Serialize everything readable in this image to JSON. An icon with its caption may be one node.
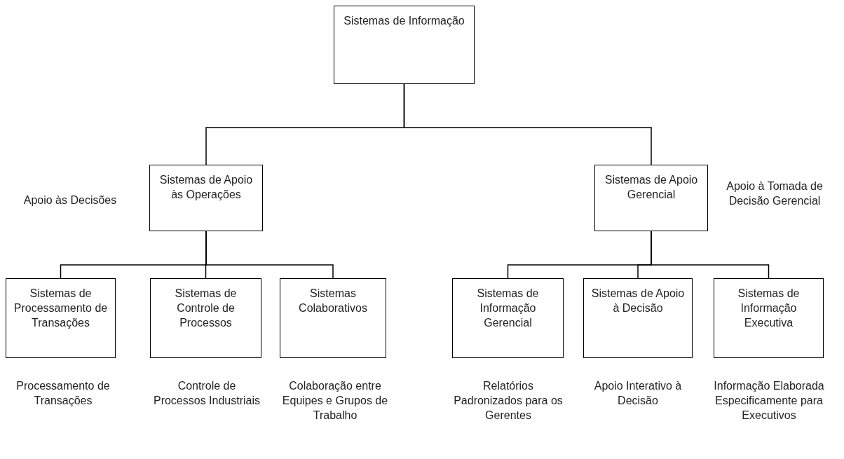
{
  "diagram": {
    "nodes": [
      {
        "text": [
          "Sistemas de Informação"
        ]
      },
      {
        "text": [
          "Sistemas de Apoio às Operações"
        ],
        "beside": [
          "Apoio às Decisões"
        ]
      },
      {
        "text": [
          "Sistemas de Apoio Gerencial"
        ],
        "beside": [
          "Apoio à Tomada de Decisão Gerencial"
        ]
      },
      {
        "text": [
          "Sistemas de Processamento de Transações"
        ],
        "beside": [
          "Processamento de Transações"
        ]
      },
      {
        "text": [
          "Sistemas de Controle de Processos"
        ],
        "beside": [
          "Controle de Processos Industriais"
        ]
      },
      {
        "text": [
          "Sistemas Colaborativos"
        ],
        "beside": [
          "Colaboração entre Equipes e Grupos de Trabalho"
        ]
      },
      {
        "text": [
          "Sistemas de Informação Gerencial"
        ],
        "beside": [
          "Relatórios Padronizados para os Gerentes"
        ]
      },
      {
        "text": [
          "Sistemas de Apoio à Decisão"
        ],
        "beside": [
          "Apoio Interativo à Decisão"
        ]
      },
      {
        "text": [
          "Sistemas de Informação Executiva"
        ],
        "beside": [
          "Informação Elaborada Especificamente para Executivos"
        ]
      }
    ],
    "edges": [
      {
        "from": 0,
        "to": 1,
        "arrow": "none"
      },
      {
        "from": 0,
        "to": 2,
        "arrow": "none"
      },
      {
        "from": 1,
        "to": 3,
        "arrow": "none"
      },
      {
        "from": 1,
        "to": 4,
        "arrow": "none"
      },
      {
        "from": 1,
        "to": 5,
        "arrow": "none"
      },
      {
        "from": 2,
        "to": 6,
        "arrow": "none"
      },
      {
        "from": 2,
        "to": 7,
        "arrow": "none"
      },
      {
        "from": 2,
        "to": 8,
        "arrow": "none"
      }
    ]
  }
}
